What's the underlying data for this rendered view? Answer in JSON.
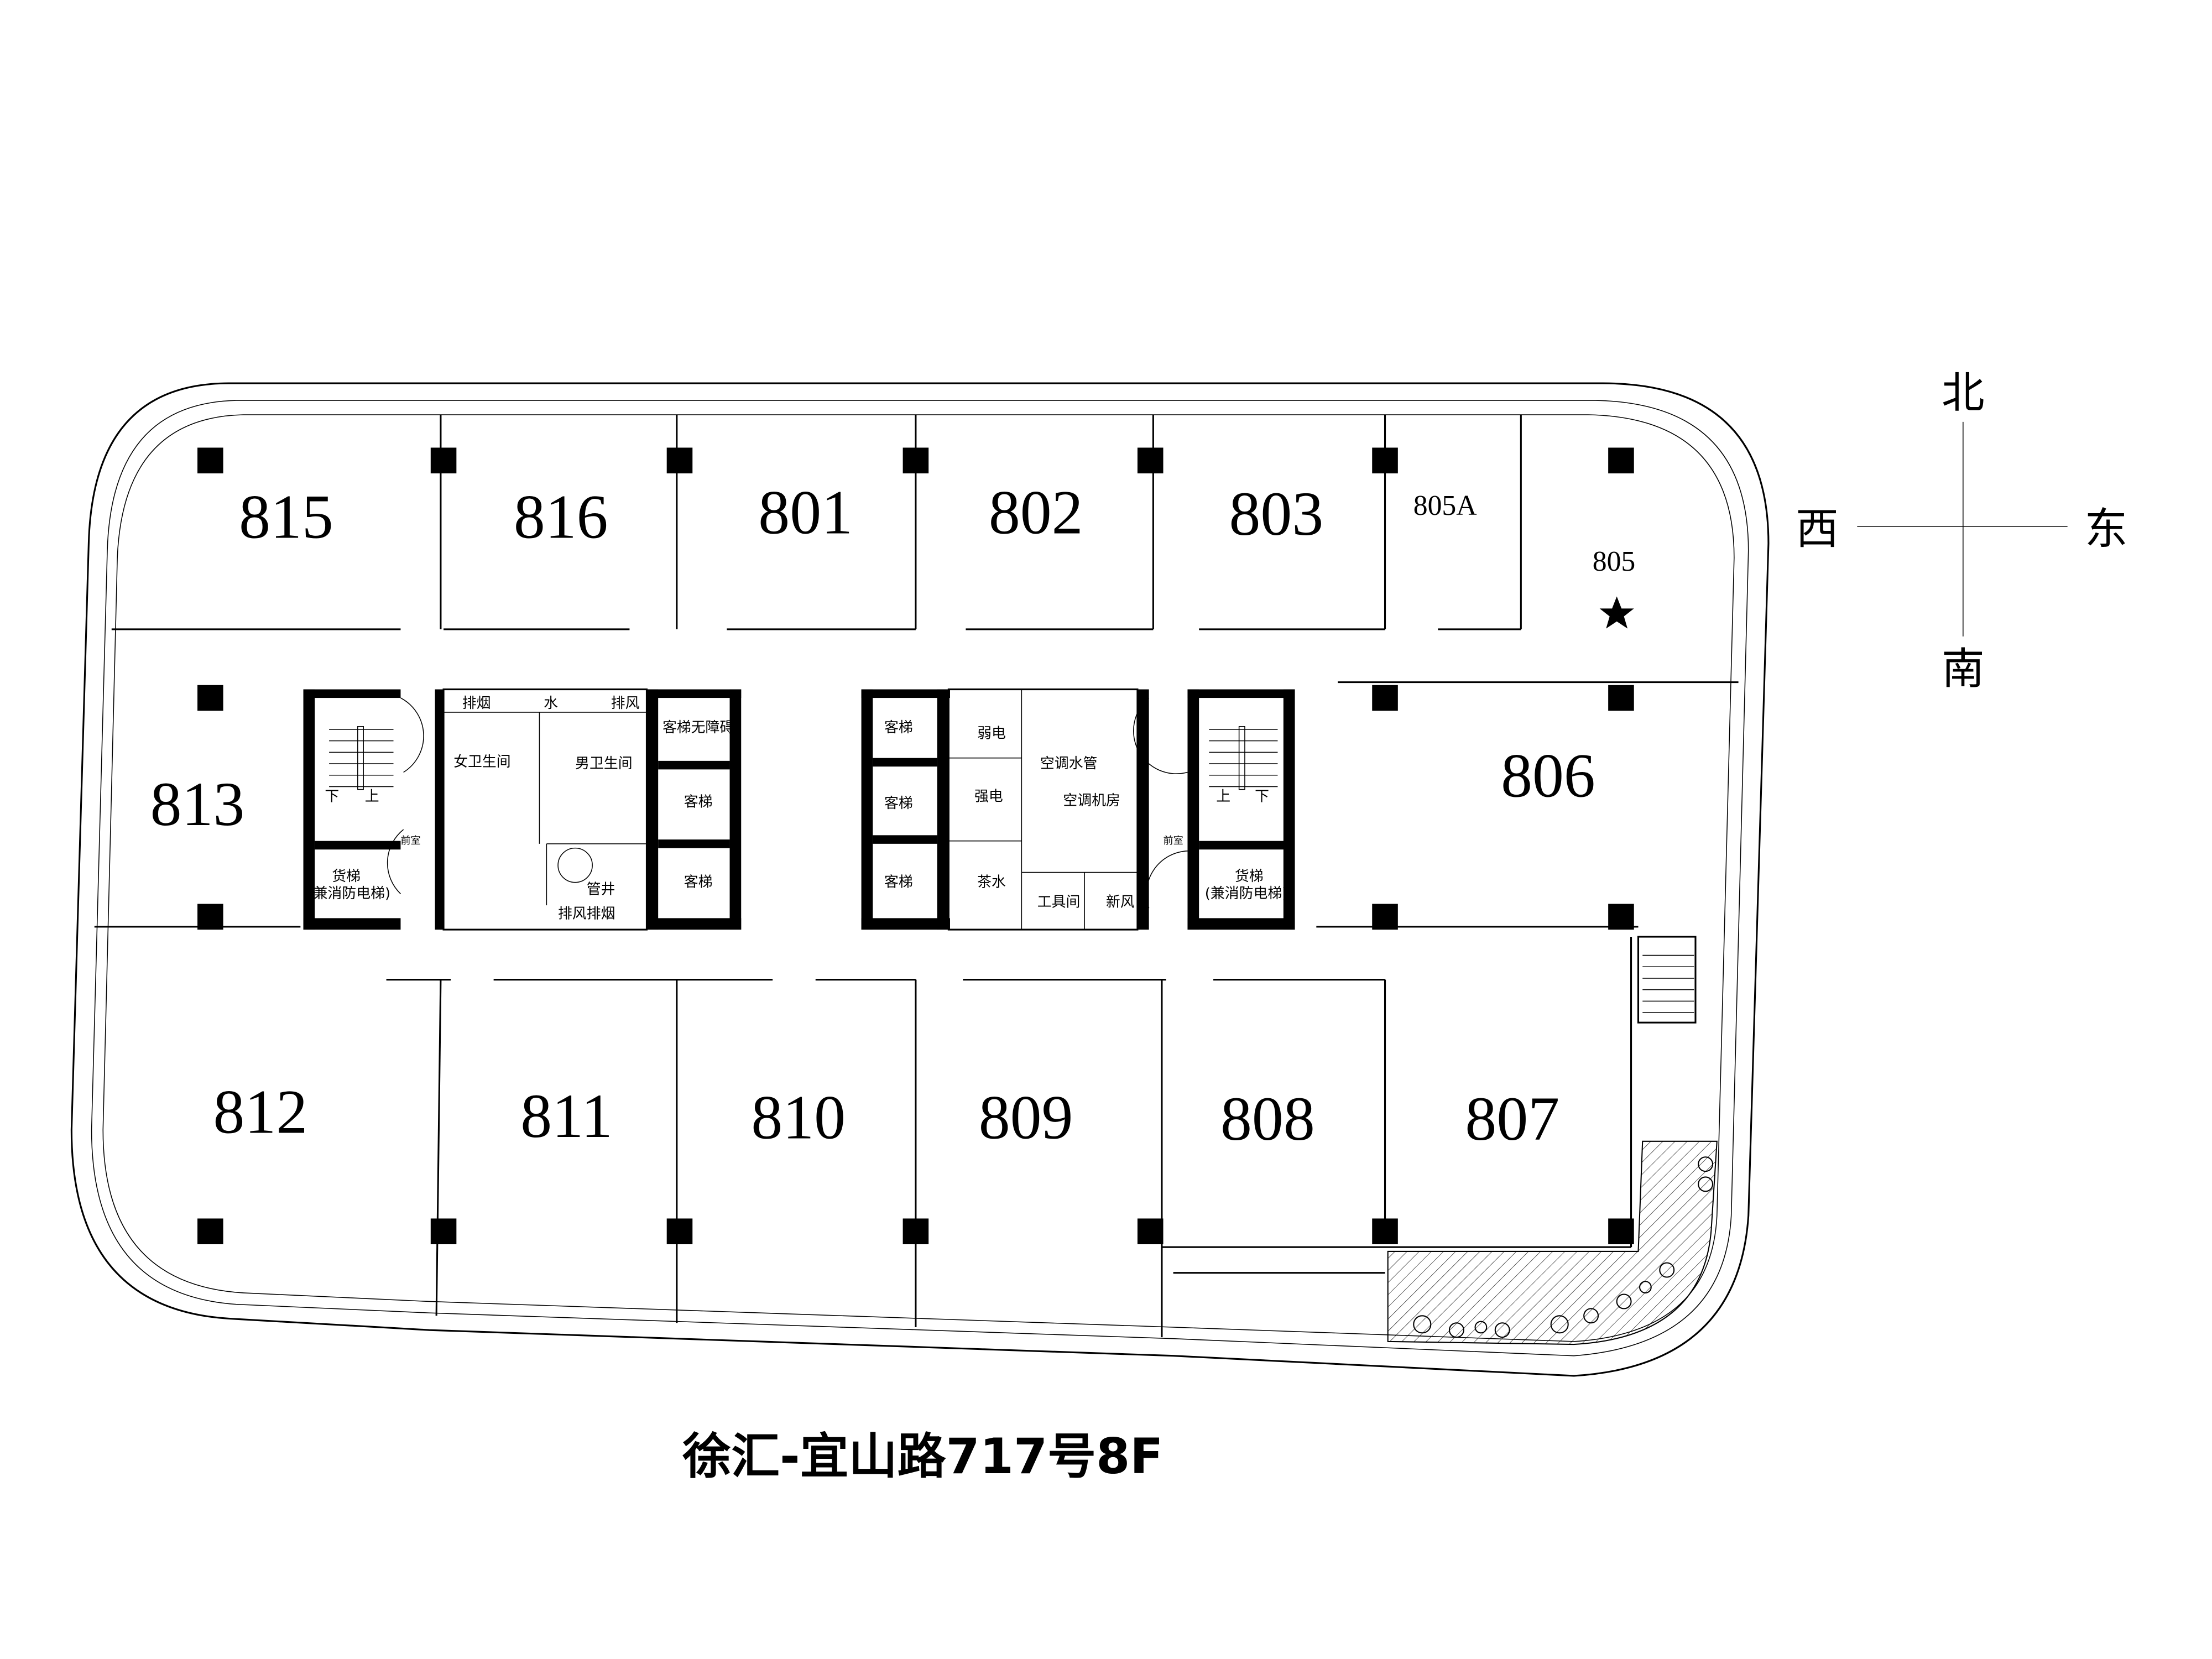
{
  "title": "徐汇-宜山路717号8F",
  "compass": {
    "north": "北",
    "south": "南",
    "east": "东",
    "west": "西"
  },
  "rooms": {
    "r815": "815",
    "r816": "816",
    "r801": "801",
    "r802": "802",
    "r803": "803",
    "r805a": "805A",
    "r805": "805",
    "r806": "806",
    "r813": "813",
    "r812": "812",
    "r811": "811",
    "r810": "810",
    "r809": "809",
    "r808": "808",
    "r807": "807"
  },
  "highlighted_room": "805",
  "core_left": {
    "smoke_exhaust": "排烟",
    "water": "水",
    "exhaust": "排风",
    "womens_restroom": "女卫生间",
    "mens_restroom": "男卫生间",
    "accessible_elevator": "客梯无障碍",
    "elevator_1": "客梯",
    "elevator_2": "客梯",
    "freight_elevator": "货梯",
    "freight_elevator_note": "(兼消防电梯)",
    "exhaust_smoke": "排风排烟",
    "stair_up": "上",
    "stair_down": "下",
    "shaft": "管井",
    "anteroom": "前室"
  },
  "core_right": {
    "elevator_1": "客梯",
    "elevator_2": "客梯",
    "elevator_3": "客梯",
    "low_voltage": "弱电",
    "high_voltage": "强电",
    "ac_pipe": "空调水管",
    "ac_room": "空调机房",
    "tea_room": "茶水",
    "tool_room": "工具间",
    "fresh_air": "新风",
    "freight_elevator": "货梯",
    "freight_elevator_note": "(兼消防电梯)",
    "stair_up": "上",
    "stair_down": "下",
    "anteroom": "前室"
  }
}
